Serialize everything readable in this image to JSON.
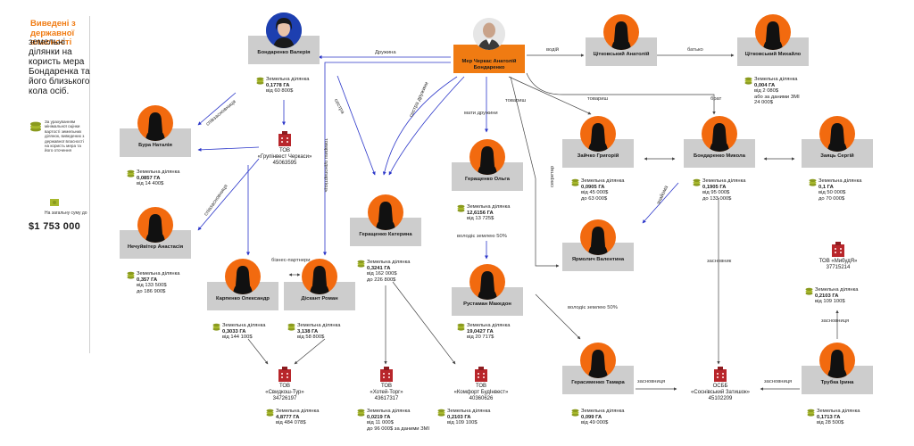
{
  "sidebar": {
    "title_orange": "Виведені з державної власності",
    "title_rest": "земельні ділянки на користь мера Бондаренка та його близького кола осіб.",
    "note": "За урахуванням мінімальної оцінки вартості земельних ділянок, виведених з державної власності на користь мера та його оточення",
    "total_caption": "На загальну суму до",
    "total": "$1 753 000"
  },
  "people": {
    "mayor": "Мер Черкас Анатолій Бондаренко",
    "valeria": "Бондаренко Валерія",
    "tsitkovsky_a": "Цітковський Анатолій",
    "tsitkovsky_m": "Цітковський Михайло",
    "bur": "Бура Наталія",
    "nechuyvitr": "Нечуйвітер Анастасія",
    "karpenko": "Карпенко Олександр",
    "dikant": "Діскант Роман",
    "gerashchenko_k": "Геращенко Катерина",
    "gerashchenko_o": "Геращенко Ольга",
    "rustaman": "Рустаман Македон",
    "zaichko": "Зайчко Григорій",
    "bondarenko_m": "Бондаренко Микола",
    "zayets": "Заяць Сергій",
    "yarmolych": "Ярмолич Валентина",
    "gerasimenko": "Герасименко Тамара",
    "trubka": "Трубка Ірина"
  },
  "firms": {
    "grupinvest": [
      "ТОВ",
      "«Групінвест Черкаси»",
      "45063595"
    ],
    "svidkosh": [
      "ТОВ",
      "«Свидкош-Тур»",
      "34726197"
    ],
    "khotel": [
      "ТОВ",
      "«Хотей-Торг»",
      "43617317"
    ],
    "komfort": [
      "ТОВ",
      "«Комфорт БудІнвест»",
      "40360626"
    ],
    "osbb": [
      "ОСББ",
      "«Соснівський Затишок»",
      "45102209"
    ],
    "mybud": [
      "ТОВ «МибудЯ»",
      "37715214"
    ]
  },
  "lands": {
    "valeria": [
      "Земельна ділянка",
      "0,1778 ГА",
      "від 60 800$"
    ],
    "bur": [
      "Земельна ділянка",
      "0,0857 ГА",
      "від 14 400$"
    ],
    "nechuyvitr": [
      "Земельна ділянка",
      "0,357 ГА",
      "від 133 500$",
      "до 186 900$"
    ],
    "karpenko": [
      "Земельна ділянка",
      "0,3033 ГА",
      "від 144 100$"
    ],
    "dikant": [
      "Земельна ділянка",
      "3,138 ГА",
      "від 58 800$"
    ],
    "gerashchenko_k": [
      "Земельна ділянка",
      "0,3241 ГА",
      "від 162 000$",
      "до 226 800$"
    ],
    "gerashchenko_o": [
      "Земельна ділянка",
      "12,6156 ГА",
      "від 13 725$"
    ],
    "rustaman": [
      "Земельна ділянка",
      "19,0427 ГА",
      "від 20 717$"
    ],
    "svidkosh": [
      "Земельна ділянка",
      "4,8777 ГА",
      "від 484 078$"
    ],
    "khotel": [
      "Земельна ділянка",
      "0,0219 ГА",
      "від 11 000$",
      "до 96 000$ за даними ЗМІ"
    ],
    "komfort": [
      "Земельна ділянка",
      "0,2103 ГА",
      "від 109 100$"
    ],
    "tsitkovsky_m": [
      "Земельна ділянка",
      "0,004 ГА",
      "від 2 080$",
      "або за даними ЗМІ",
      "24 000$"
    ],
    "zaichko": [
      "Земельна ділянка",
      "0,0905 ГА",
      "від 45 000$",
      "до 63 000$"
    ],
    "bondarenko_m": [
      "Земельна ділянка",
      "0,1905 ГА",
      "від 95 000$",
      "до 133 000$"
    ],
    "zayets": [
      "Земельна ділянка",
      "0,1 ГА",
      "від 50 000$",
      "до 70 000$"
    ],
    "mybud": [
      "Земельна ділянка",
      "0,2103 ГА",
      "від 109 100$"
    ],
    "gerasimenko": [
      "Земельна ділянка",
      "0,099 ГА",
      "від 49 000$"
    ],
    "trubka": [
      "Земельна ділянка",
      "0,1713 ГА",
      "від 28 500$"
    ]
  },
  "relations": {
    "druzhyna": "Дружина",
    "vodiy": "водій",
    "batko": "батько",
    "spivzasnovnytsia1": "співзасновниця",
    "spivzasnovnytsia2": "співзасновниця",
    "tovarysh_odnopartiets": "товариш однопартієць",
    "sestra": "сестра",
    "sestra_druzhyny": "сестра дружини",
    "maty_druzhyny": "мати дружини",
    "tovarysh1": "товариш",
    "tovarysh2": "товариш",
    "brat": "брат",
    "biznes_partnery": "бізнес-партнери",
    "volodie_zemleiu_1": "володіє землею 50%",
    "volodie_zemleiu_2": "володіє землею 50%",
    "sekretar": "секретар",
    "znaioma": "знайома",
    "zasnovnyk": "засновник",
    "zasnovnytsia1": "засновниця",
    "zasnovnytsia2": "засновниця",
    "zasnovnytsia3": "засновниця"
  },
  "colors": {
    "accent": "#f07b12",
    "avatar": "#f26a0f",
    "node": "#cdcdcd",
    "edge_blue": "#2b36c9",
    "edge_gray": "#555555",
    "building": "#b8262b",
    "coins": "#8a9a1e"
  }
}
